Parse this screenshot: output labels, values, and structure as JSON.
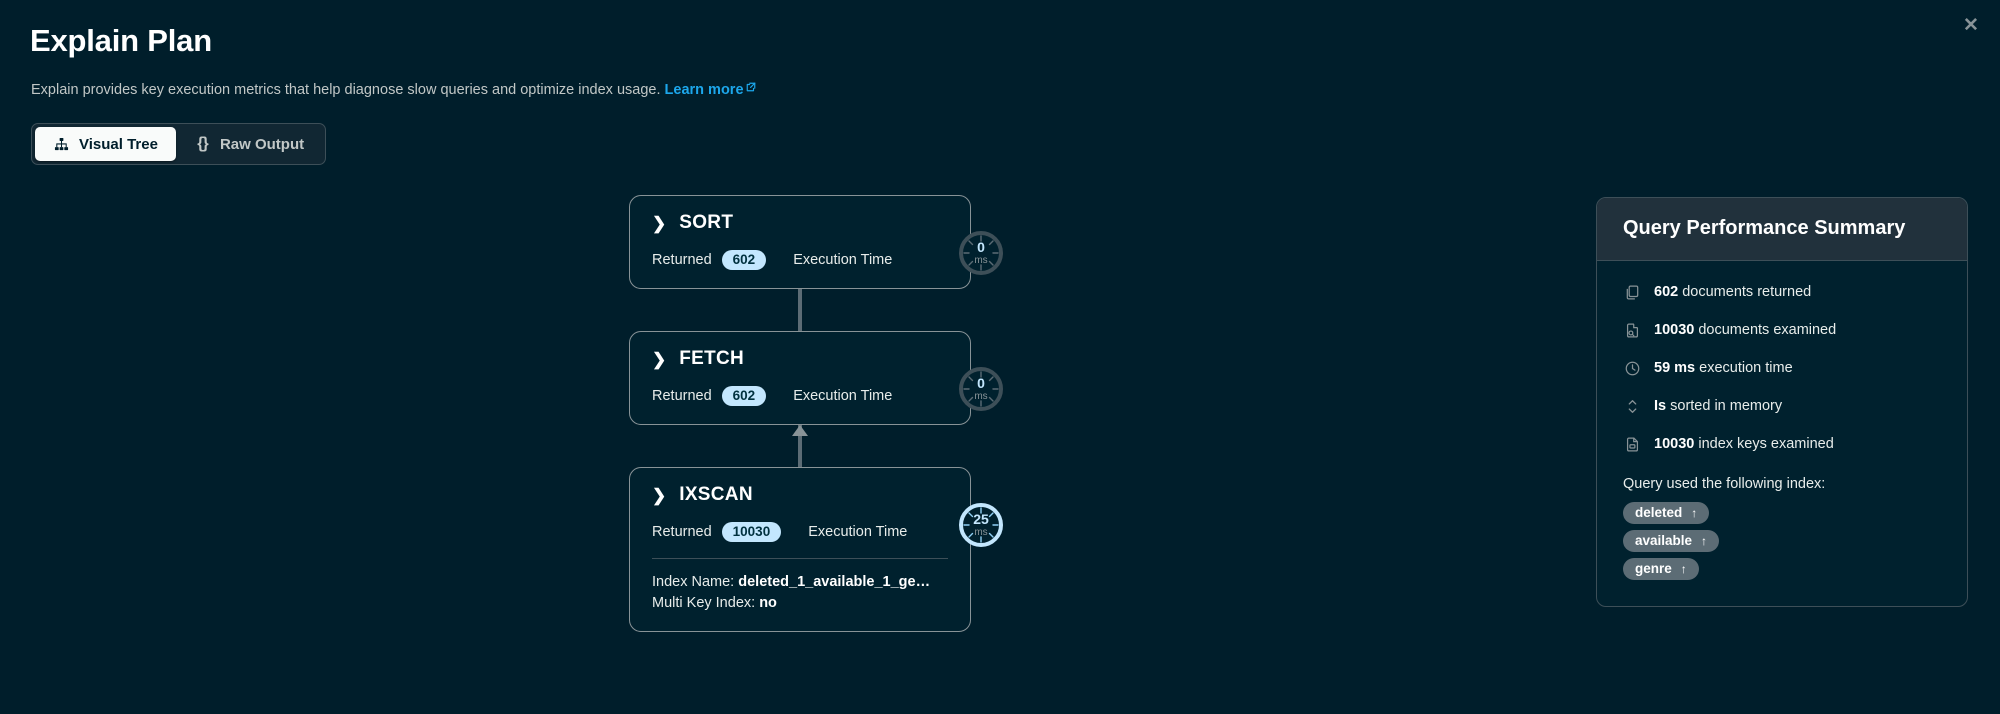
{
  "header": {
    "title": "Explain Plan",
    "subtitle_text": "Explain provides key execution metrics that help diagnose slow queries and optimize index usage.",
    "learn_more_label": "Learn more",
    "close_icon": "close-icon",
    "external_link_icon": "external-link-icon"
  },
  "tabs": [
    {
      "label": "Visual Tree",
      "icon": "hierarchy-icon",
      "active": true
    },
    {
      "label": "Raw Output",
      "icon": "braces-icon",
      "active": false
    }
  ],
  "tree": {
    "nodes": [
      {
        "name": "SORT",
        "returned_label": "Returned",
        "returned_value": "602",
        "exec_label": "Execution Time",
        "exec_value": "0",
        "exec_unit": "ms",
        "highlighted": false
      },
      {
        "name": "FETCH",
        "returned_label": "Returned",
        "returned_value": "602",
        "exec_label": "Execution Time",
        "exec_value": "0",
        "exec_unit": "ms",
        "highlighted": false
      },
      {
        "name": "IXSCAN",
        "returned_label": "Returned",
        "returned_value": "10030",
        "exec_label": "Execution Time",
        "exec_value": "25",
        "exec_unit": "ms",
        "highlighted": true,
        "index_name_label": "Index Name:",
        "index_name_value": "deleted_1_available_1_ge…",
        "multi_key_label": "Multi Key Index:",
        "multi_key_value": "no"
      }
    ]
  },
  "summary": {
    "title": "Query Performance Summary",
    "stats": [
      {
        "icon": "documents-icon",
        "value": "602",
        "text": "documents returned"
      },
      {
        "icon": "document-search-icon",
        "value": "10030",
        "text": "documents examined"
      },
      {
        "icon": "clock-icon",
        "value": "59 ms",
        "text": "execution time"
      },
      {
        "icon": "sort-arrows-icon",
        "value": "Is",
        "text": "sorted in memory"
      },
      {
        "icon": "index-key-icon",
        "value": "10030",
        "text": "index keys examined"
      }
    ],
    "index_caption": "Query used the following index:",
    "index_badges": [
      {
        "label": "deleted",
        "direction": "↑"
      },
      {
        "label": "available",
        "direction": "↑"
      },
      {
        "label": "genre",
        "direction": "↑"
      }
    ]
  },
  "colors": {
    "page_bg": "#001E2B",
    "panel_bg": "#00212E",
    "panel_header_bg": "#21313C",
    "accent_blue": "#1CA7EC",
    "pill_blue": "#C3E7FE",
    "badge_gray": "#5C6C75",
    "border_gray": "#3D4F58",
    "connector_gray": "#5C6C75"
  }
}
